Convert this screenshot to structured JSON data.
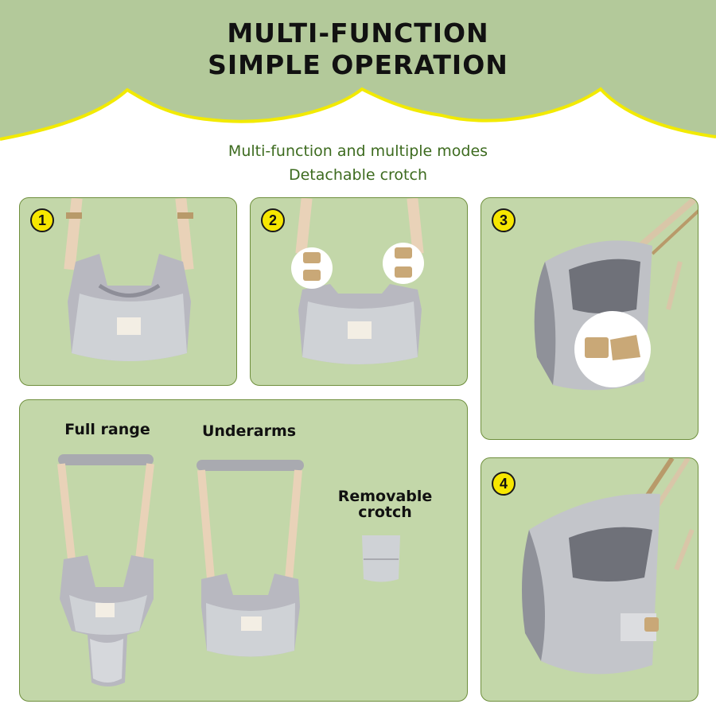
{
  "header": {
    "title_line1": "MULTI-FUNCTION",
    "title_line2": "SIMPLE OPERATION",
    "subtitle_line1": "Multi-function and multiple modes",
    "subtitle_line2": "Detachable crotch"
  },
  "panels": {
    "p1": {
      "badge": "1"
    },
    "p2": {
      "badge": "2"
    },
    "p3": {
      "badge": "3"
    },
    "p4": {
      "badge": "4"
    },
    "modes": {
      "full_range": "Full range",
      "underarms": "Underarms",
      "removable_line1": "Removable",
      "removable_line2": "crotch"
    }
  },
  "colors": {
    "green_header": "#b3c99a",
    "panel_bg": "#c3d7a9",
    "badge_yellow": "#f7e700",
    "wave_yellow": "#f2ea00",
    "subtitle_green": "#3d6b1f"
  }
}
